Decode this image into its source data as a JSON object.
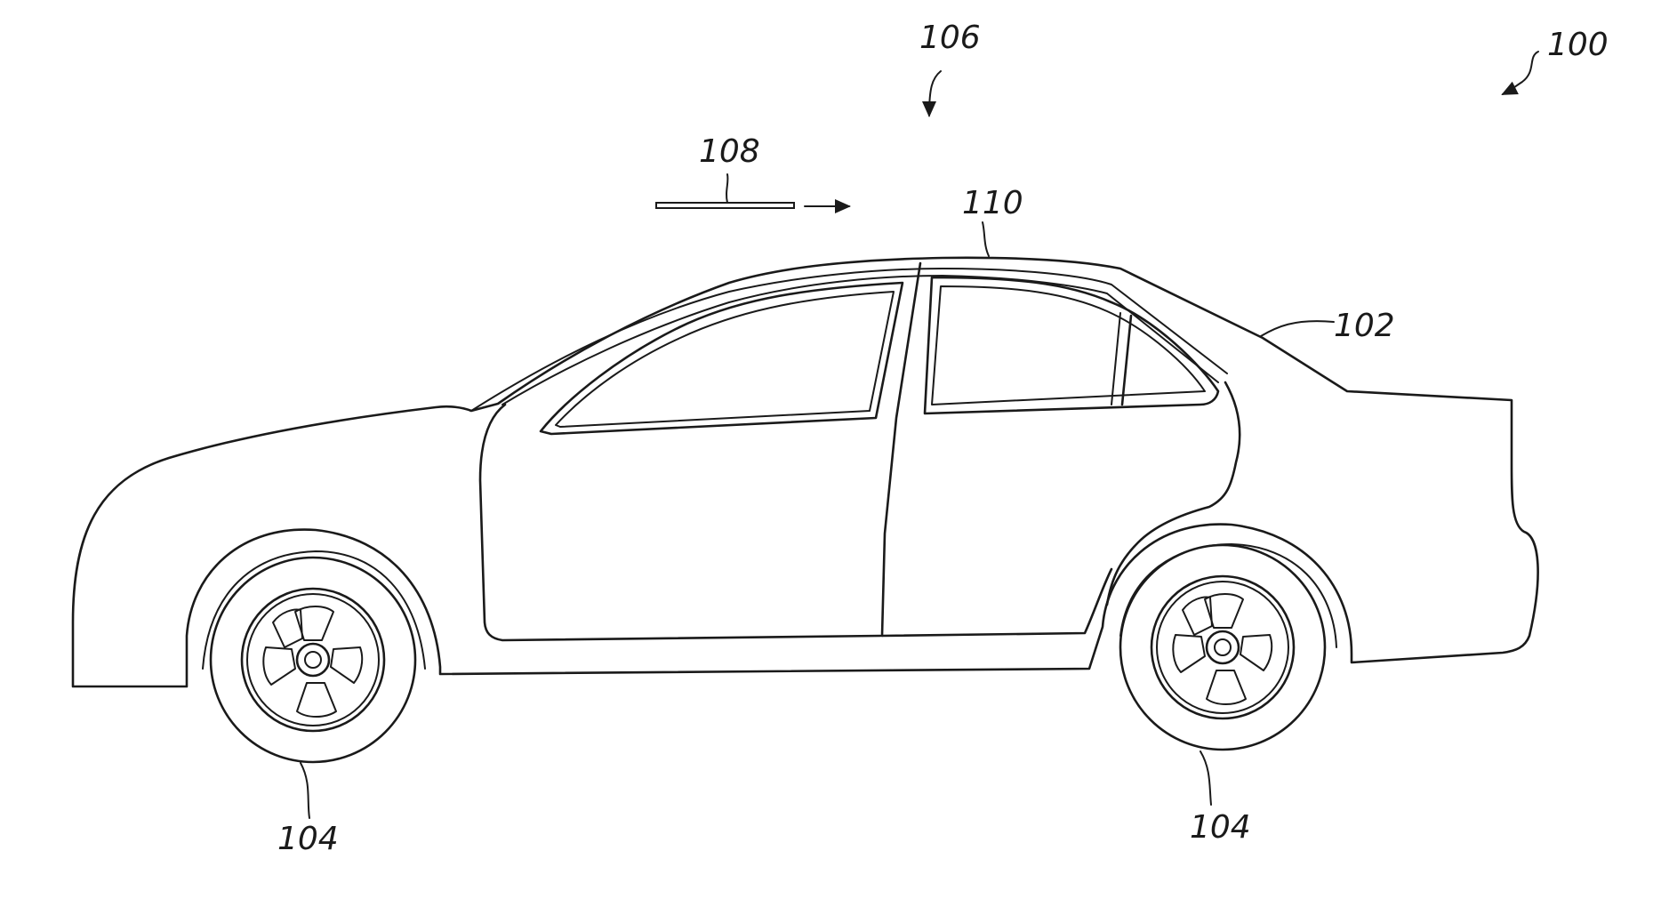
{
  "figure": {
    "labels": {
      "ref_100": "100",
      "ref_102": "102",
      "ref_104_front": "104",
      "ref_104_rear": "104",
      "ref_106": "106",
      "ref_108": "108",
      "ref_110": "110"
    },
    "colors": {
      "ink": "#1a1a1a",
      "paper": "#ffffff"
    }
  }
}
